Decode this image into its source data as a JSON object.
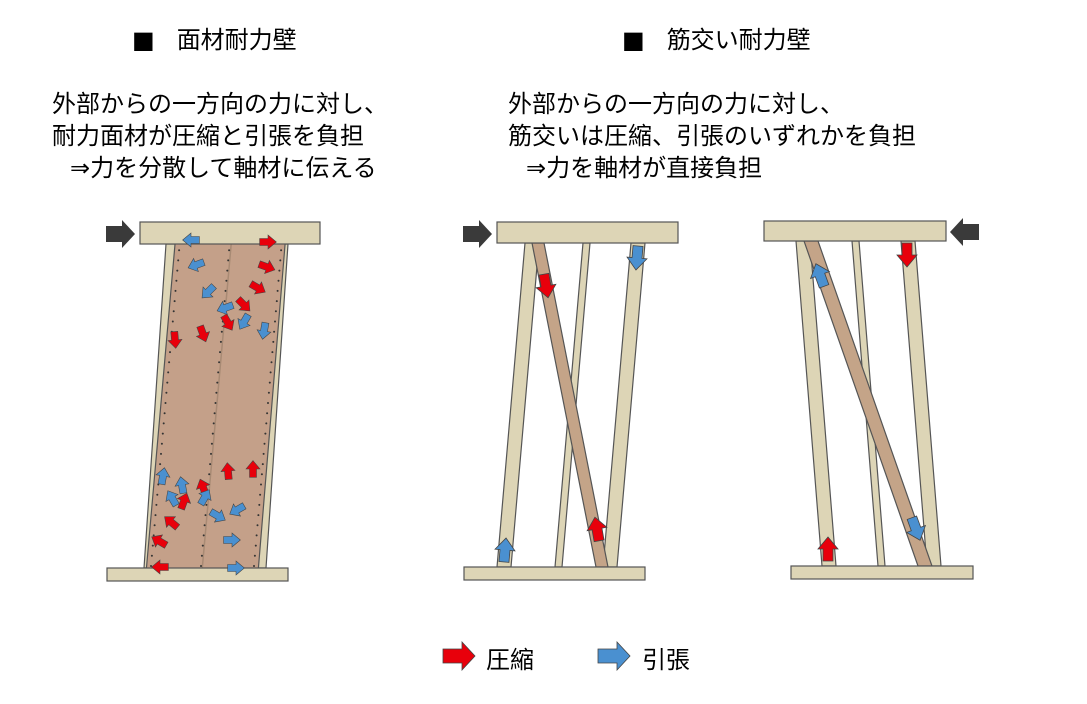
{
  "left": {
    "bullet": "■",
    "title": "面材耐力壁",
    "lines": [
      "外部からの一方向の力に対し、",
      "耐力面材が圧縮と引張を負担",
      "⇒力を分散して軸材に伝える"
    ]
  },
  "right": {
    "bullet": "■",
    "title": "筋交い耐力壁",
    "lines": [
      "外部からの一方向の力に対し、",
      "筋交いは圧縮、引張のいずれかを負担",
      "⇒力を軸材が直接負担"
    ]
  },
  "legend": {
    "compression": "圧縮",
    "tension": "引張"
  },
  "colors": {
    "compression": "#e8000b",
    "tension": "#4a90d0",
    "load": "#3a3a3a",
    "timber": "#ddd5b6",
    "panel": "#c4a089",
    "brace": "#c4a488"
  }
}
